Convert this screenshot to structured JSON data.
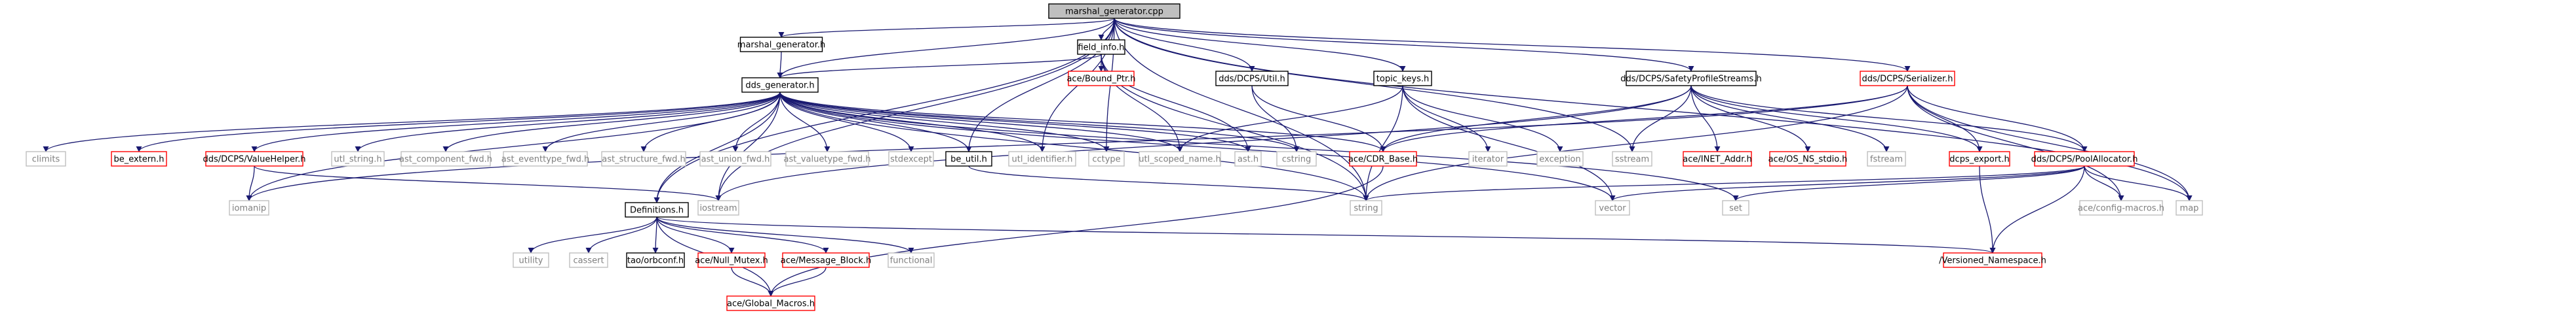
{
  "colors": {
    "root_fill": "#bfbfbf",
    "box_stroke": "#000000",
    "box_fill": "#ffffff",
    "doc_border": "#000000",
    "missing_border": "#ff0000",
    "external_border": "#bfbfbf",
    "internal_text": "#000000",
    "external_text": "#7f7f7f",
    "edge": "#191970"
  },
  "nodes": [
    {
      "id": "root",
      "label": "marshal_generator.cpp",
      "kind": "root"
    },
    {
      "id": "mg_h",
      "label": "marshal_generator.h",
      "kind": "doc"
    },
    {
      "id": "field_info",
      "label": "field_info.h",
      "kind": "doc"
    },
    {
      "id": "bound_ptr",
      "label": "ace/Bound_Ptr.h",
      "kind": "missing"
    },
    {
      "id": "dds_util",
      "label": "dds/DCPS/Util.h",
      "kind": "doc"
    },
    {
      "id": "topic_keys",
      "label": "topic_keys.h",
      "kind": "doc"
    },
    {
      "id": "sps",
      "label": "dds/DCPS/SafetyProfileStreams.h",
      "kind": "doc"
    },
    {
      "id": "serializer",
      "label": "dds/DCPS/Serializer.h",
      "kind": "missing"
    },
    {
      "id": "dds_gen",
      "label": "dds_generator.h",
      "kind": "doc"
    },
    {
      "id": "climits",
      "label": "climits",
      "kind": "external"
    },
    {
      "id": "be_extern",
      "label": "be_extern.h",
      "kind": "missing"
    },
    {
      "id": "valuehelper",
      "label": "dds/DCPS/ValueHelper.h",
      "kind": "missing"
    },
    {
      "id": "utl_string",
      "label": "utl_string.h",
      "kind": "external"
    },
    {
      "id": "ast_comp",
      "label": "ast_component_fwd.h",
      "kind": "external"
    },
    {
      "id": "ast_event",
      "label": "ast_eventtype_fwd.h",
      "kind": "external"
    },
    {
      "id": "ast_struct",
      "label": "ast_structure_fwd.h",
      "kind": "external"
    },
    {
      "id": "ast_union",
      "label": "ast_union_fwd.h",
      "kind": "external"
    },
    {
      "id": "ast_valuetype",
      "label": "ast_valuetype_fwd.h",
      "kind": "external"
    },
    {
      "id": "stdexcept",
      "label": "stdexcept",
      "kind": "external"
    },
    {
      "id": "be_util",
      "label": "be_util.h",
      "kind": "doc"
    },
    {
      "id": "utl_identifier",
      "label": "utl_identifier.h",
      "kind": "external"
    },
    {
      "id": "cctype",
      "label": "cctype",
      "kind": "external"
    },
    {
      "id": "utl_scoped",
      "label": "utl_scoped_name.h",
      "kind": "external"
    },
    {
      "id": "ast_h",
      "label": "ast.h",
      "kind": "external"
    },
    {
      "id": "cstring",
      "label": "cstring",
      "kind": "external"
    },
    {
      "id": "cdr_base",
      "label": "ace/CDR_Base.h",
      "kind": "missing"
    },
    {
      "id": "iterator",
      "label": "iterator",
      "kind": "external"
    },
    {
      "id": "exception",
      "label": "exception",
      "kind": "external"
    },
    {
      "id": "sstream",
      "label": "sstream",
      "kind": "external"
    },
    {
      "id": "inet_addr",
      "label": "ace/INET_Addr.h",
      "kind": "missing"
    },
    {
      "id": "os_ns_stdio",
      "label": "ace/OS_NS_stdio.h",
      "kind": "missing"
    },
    {
      "id": "fstream",
      "label": "fstream",
      "kind": "external"
    },
    {
      "id": "dcps_export",
      "label": "dcps_export.h",
      "kind": "missing"
    },
    {
      "id": "pool_alloc",
      "label": "dds/DCPS/PoolAllocator.h",
      "kind": "missing"
    },
    {
      "id": "iomanip",
      "label": "iomanip",
      "kind": "external"
    },
    {
      "id": "definitions",
      "label": "Definitions.h",
      "kind": "doc"
    },
    {
      "id": "iostream",
      "label": "iostream",
      "kind": "external"
    },
    {
      "id": "string_h",
      "label": "string",
      "kind": "external"
    },
    {
      "id": "vector",
      "label": "vector",
      "kind": "external"
    },
    {
      "id": "set_h",
      "label": "set",
      "kind": "external"
    },
    {
      "id": "ace_config",
      "label": "ace/config-macros.h",
      "kind": "external"
    },
    {
      "id": "map_h",
      "label": "map",
      "kind": "external"
    },
    {
      "id": "utility",
      "label": "utility",
      "kind": "external"
    },
    {
      "id": "cassert",
      "label": "cassert",
      "kind": "external"
    },
    {
      "id": "tao_orbconf",
      "label": "tao/orbconf.h",
      "kind": "doc"
    },
    {
      "id": "null_mutex",
      "label": "ace/Null_Mutex.h",
      "kind": "missing"
    },
    {
      "id": "msg_block",
      "label": "ace/Message_Block.h",
      "kind": "missing"
    },
    {
      "id": "functional",
      "label": "functional",
      "kind": "external"
    },
    {
      "id": "versioned_ns",
      "label": "/Versioned_Namespace.h",
      "kind": "missing"
    },
    {
      "id": "global_macros",
      "label": "ace/Global_Macros.h",
      "kind": "missing"
    }
  ],
  "edges": [
    [
      "root",
      "mg_h"
    ],
    [
      "root",
      "field_info"
    ],
    [
      "root",
      "dds_util"
    ],
    [
      "root",
      "topic_keys"
    ],
    [
      "root",
      "sps"
    ],
    [
      "root",
      "serializer"
    ],
    [
      "root",
      "dds_gen"
    ],
    [
      "root",
      "definitions"
    ],
    [
      "root",
      "be_util"
    ],
    [
      "root",
      "utl_identifier"
    ],
    [
      "root",
      "cctype"
    ],
    [
      "root",
      "sstream"
    ],
    [
      "root",
      "string_h"
    ],
    [
      "root",
      "map_h"
    ],
    [
      "root",
      "iostream"
    ],
    [
      "mg_h",
      "dds_gen"
    ],
    [
      "field_info",
      "dds_gen"
    ],
    [
      "field_info",
      "bound_ptr"
    ],
    [
      "field_info",
      "utl_scoped"
    ],
    [
      "field_info",
      "ast_h"
    ],
    [
      "field_info",
      "string_h"
    ],
    [
      "dds_util",
      "cdr_base"
    ],
    [
      "dds_util",
      "cstring"
    ],
    [
      "topic_keys",
      "iterator"
    ],
    [
      "topic_keys",
      "exception"
    ],
    [
      "topic_keys",
      "vector"
    ],
    [
      "topic_keys",
      "string_h"
    ],
    [
      "topic_keys",
      "utl_scoped"
    ],
    [
      "sps",
      "cdr_base"
    ],
    [
      "sps",
      "inet_addr"
    ],
    [
      "sps",
      "os_ns_stdio"
    ],
    [
      "sps",
      "fstream"
    ],
    [
      "sps",
      "dcps_export"
    ],
    [
      "sps",
      "pool_alloc"
    ],
    [
      "sps",
      "sstream"
    ],
    [
      "sps",
      "iostream"
    ],
    [
      "serializer",
      "cdr_base"
    ],
    [
      "serializer",
      "dcps_export"
    ],
    [
      "serializer",
      "pool_alloc"
    ],
    [
      "serializer",
      "ace_config"
    ],
    [
      "serializer",
      "map_h"
    ],
    [
      "serializer",
      "string_h"
    ],
    [
      "serializer",
      "iomanip"
    ],
    [
      "dds_gen",
      "climits"
    ],
    [
      "dds_gen",
      "be_extern"
    ],
    [
      "dds_gen",
      "valuehelper"
    ],
    [
      "dds_gen",
      "utl_string"
    ],
    [
      "dds_gen",
      "ast_comp"
    ],
    [
      "dds_gen",
      "ast_event"
    ],
    [
      "dds_gen",
      "ast_struct"
    ],
    [
      "dds_gen",
      "ast_union"
    ],
    [
      "dds_gen",
      "ast_valuetype"
    ],
    [
      "dds_gen",
      "stdexcept"
    ],
    [
      "dds_gen",
      "be_util"
    ],
    [
      "dds_gen",
      "utl_identifier"
    ],
    [
      "dds_gen",
      "cctype"
    ],
    [
      "dds_gen",
      "utl_scoped"
    ],
    [
      "dds_gen",
      "ast_h"
    ],
    [
      "dds_gen",
      "cstring"
    ],
    [
      "dds_gen",
      "cdr_base"
    ],
    [
      "dds_gen",
      "definitions"
    ],
    [
      "dds_gen",
      "iomanip"
    ],
    [
      "dds_gen",
      "iostream"
    ],
    [
      "dds_gen",
      "string_h"
    ],
    [
      "dds_gen",
      "vector"
    ],
    [
      "dds_gen",
      "set_h"
    ],
    [
      "valuehelper",
      "iomanip"
    ],
    [
      "valuehelper",
      "iostream"
    ],
    [
      "be_util",
      "string_h"
    ],
    [
      "cdr_base",
      "global_macros"
    ],
    [
      "dcps_export",
      "versioned_ns"
    ],
    [
      "pool_alloc",
      "string_h"
    ],
    [
      "pool_alloc",
      "vector"
    ],
    [
      "pool_alloc",
      "set_h"
    ],
    [
      "pool_alloc",
      "ace_config"
    ],
    [
      "pool_alloc",
      "map_h"
    ],
    [
      "pool_alloc",
      "versioned_ns"
    ],
    [
      "definitions",
      "utility"
    ],
    [
      "definitions",
      "cassert"
    ],
    [
      "definitions",
      "tao_orbconf"
    ],
    [
      "definitions",
      "null_mutex"
    ],
    [
      "definitions",
      "msg_block"
    ],
    [
      "definitions",
      "functional"
    ],
    [
      "definitions",
      "global_macros"
    ],
    [
      "definitions",
      "versioned_ns"
    ],
    [
      "null_mutex",
      "global_macros"
    ],
    [
      "msg_block",
      "global_macros"
    ]
  ]
}
